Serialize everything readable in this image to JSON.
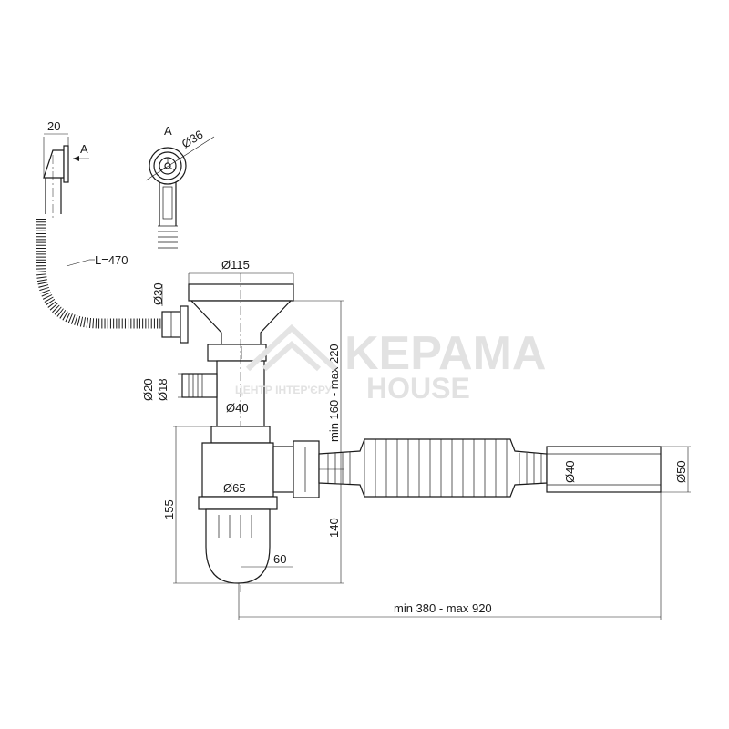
{
  "title": "Sink siphon with overflow - dimensional drawing",
  "labels": {
    "overflow_width": "20",
    "view_arrow": "A",
    "view_label": "A",
    "overflow_diameter": "Ø36",
    "hose_length": "L=470",
    "outlet_diameter": "Ø30",
    "grate_diameter": "Ø115",
    "side_inlet_outer": "Ø20",
    "side_inlet_inner": "Ø18",
    "tube_diameter": "Ø40",
    "height_range": "min 160 - max 220",
    "trap_height": "155",
    "trap_diameter": "Ø65",
    "outlet_height": "140",
    "trap_offset": "60",
    "length_range": "min 380 - max 920",
    "pipe_diameter": "Ø40",
    "end_diameter": "Ø50"
  },
  "watermark": {
    "brand": "KEPAMA",
    "sub": "HOUSE",
    "tagline": "ЦЕНТР ІНТЕР'ЄРУ"
  }
}
